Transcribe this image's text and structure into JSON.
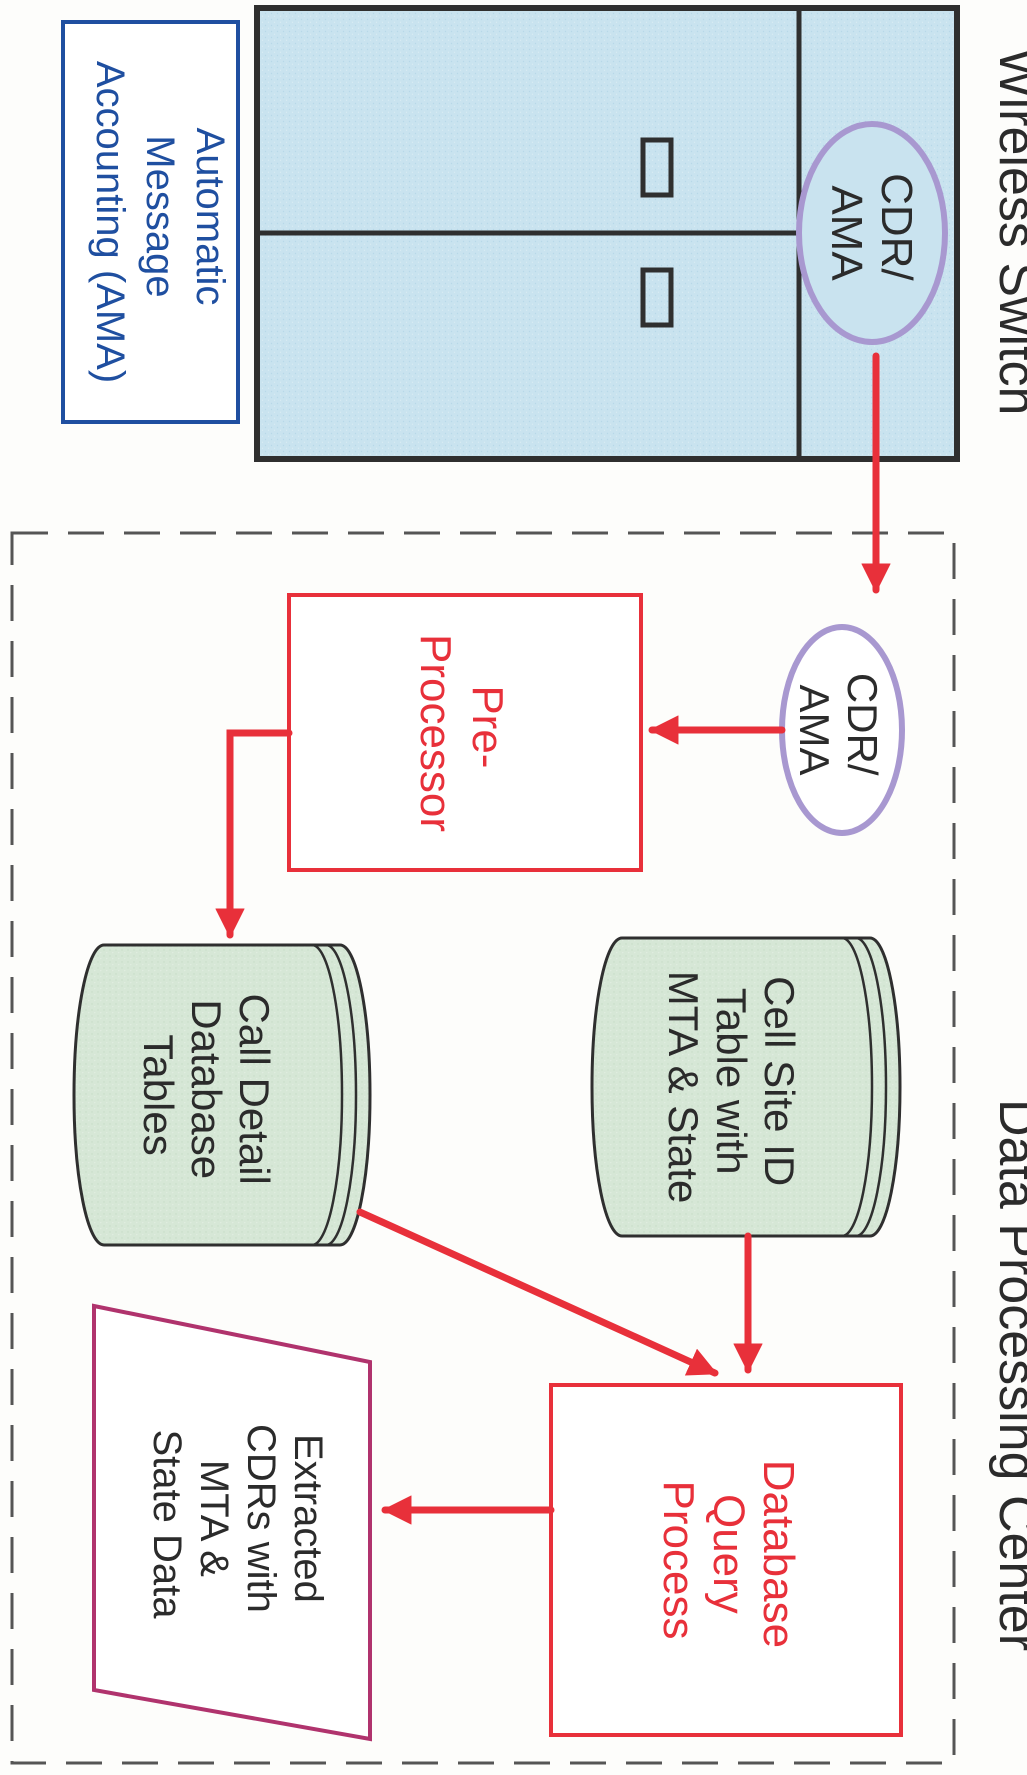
{
  "wireless_switch": {
    "title": "Wireless Switch",
    "cdr_label": [
      "CDR/",
      "AMA"
    ]
  },
  "ama_box": {
    "label": [
      "Automatic",
      "Message",
      "Accounting (AMA)"
    ]
  },
  "dpc": {
    "title": "Data Processing Center",
    "cdr_label": [
      "CDR/",
      "AMA"
    ],
    "preprocessor": [
      "Pre-",
      "Processor"
    ],
    "cell_site_table": [
      "Cell Site ID",
      "Table with",
      "MTA & State"
    ],
    "call_detail_tables": [
      "Call Detail",
      "Database",
      "Tables"
    ],
    "query_process": [
      "Database",
      "Query",
      "Process"
    ],
    "extracted_output": [
      "Extracted",
      "CDRs with",
      "MTA &",
      "State Data"
    ]
  },
  "colors": {
    "switch_fill": "#c9e3ef",
    "cabinet_stroke": "#2f2f2f",
    "flow_red": "#e8303a",
    "cdr_oval": "#a898d0",
    "database_fill": "#d6e7d6",
    "ama_box_stroke": "#1f4fa0",
    "output_stroke": "#b0336d",
    "dashed_border": "#555555"
  }
}
